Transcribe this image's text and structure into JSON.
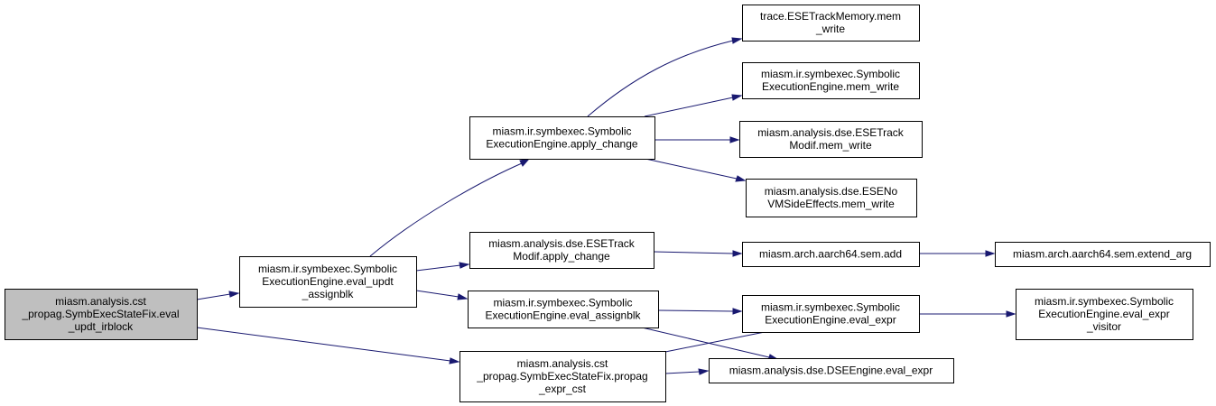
{
  "colors": {
    "root_fill": "#bfbfbf",
    "node_fill": "#ffffff",
    "node_border": "#000000",
    "edge": "#191970"
  },
  "nodes": [
    {
      "id": "root",
      "lines": [
        "miasm.analysis.cst",
        "_propag.SymbExecStateFix.eval",
        "_updt_irblock"
      ],
      "highlight": true
    },
    {
      "id": "eval_updt_assignblk",
      "lines": [
        "miasm.ir.symbexec.Symbolic",
        "ExecutionEngine.eval_updt",
        "_assignblk"
      ]
    },
    {
      "id": "propag_expr_cst",
      "lines": [
        "miasm.analysis.cst",
        "_propag.SymbExecStateFix.propag",
        "_expr_cst"
      ]
    },
    {
      "id": "apply_change",
      "lines": [
        "miasm.ir.symbexec.Symbolic",
        "ExecutionEngine.apply_change"
      ]
    },
    {
      "id": "esetrackmodif_apply_change",
      "lines": [
        "miasm.analysis.dse.ESETrack",
        "Modif.apply_change"
      ]
    },
    {
      "id": "eval_assignblk",
      "lines": [
        "miasm.ir.symbexec.Symbolic",
        "ExecutionEngine.eval_assignblk"
      ]
    },
    {
      "id": "trace_mem_write",
      "lines": [
        "trace.ESETrackMemory.mem",
        "_write"
      ]
    },
    {
      "id": "see_mem_write",
      "lines": [
        "miasm.ir.symbexec.Symbolic",
        "ExecutionEngine.mem_write"
      ]
    },
    {
      "id": "esetrackmodif_mem_write",
      "lines": [
        "miasm.analysis.dse.ESETrack",
        "Modif.mem_write"
      ]
    },
    {
      "id": "esenovm_mem_write",
      "lines": [
        "miasm.analysis.dse.ESENo",
        "VMSideEffects.mem_write"
      ]
    },
    {
      "id": "aarch64_add",
      "lines": [
        "miasm.arch.aarch64.sem.add"
      ]
    },
    {
      "id": "eval_expr",
      "lines": [
        "miasm.ir.symbexec.Symbolic",
        "ExecutionEngine.eval_expr"
      ]
    },
    {
      "id": "dse_eval_expr",
      "lines": [
        "miasm.analysis.dse.DSEEngine.eval_expr"
      ]
    },
    {
      "id": "extend_arg",
      "lines": [
        "miasm.arch.aarch64.sem.extend_arg"
      ]
    },
    {
      "id": "eval_expr_visitor",
      "lines": [
        "miasm.ir.symbexec.Symbolic",
        "ExecutionEngine.eval_expr",
        "_visitor"
      ]
    }
  ],
  "edges": [
    {
      "from": "root",
      "to": "eval_updt_assignblk"
    },
    {
      "from": "root",
      "to": "propag_expr_cst"
    },
    {
      "from": "eval_updt_assignblk",
      "to": "apply_change"
    },
    {
      "from": "eval_updt_assignblk",
      "to": "esetrackmodif_apply_change"
    },
    {
      "from": "eval_updt_assignblk",
      "to": "eval_assignblk"
    },
    {
      "from": "apply_change",
      "to": "trace_mem_write"
    },
    {
      "from": "apply_change",
      "to": "see_mem_write"
    },
    {
      "from": "apply_change",
      "to": "esetrackmodif_mem_write"
    },
    {
      "from": "apply_change",
      "to": "esenovm_mem_write"
    },
    {
      "from": "esetrackmodif_apply_change",
      "to": "aarch64_add"
    },
    {
      "from": "aarch64_add",
      "to": "extend_arg"
    },
    {
      "from": "eval_assignblk",
      "to": "eval_expr"
    },
    {
      "from": "eval_assignblk",
      "to": "dse_eval_expr"
    },
    {
      "from": "propag_expr_cst",
      "to": "eval_expr"
    },
    {
      "from": "propag_expr_cst",
      "to": "dse_eval_expr"
    },
    {
      "from": "eval_expr",
      "to": "eval_expr_visitor"
    }
  ]
}
